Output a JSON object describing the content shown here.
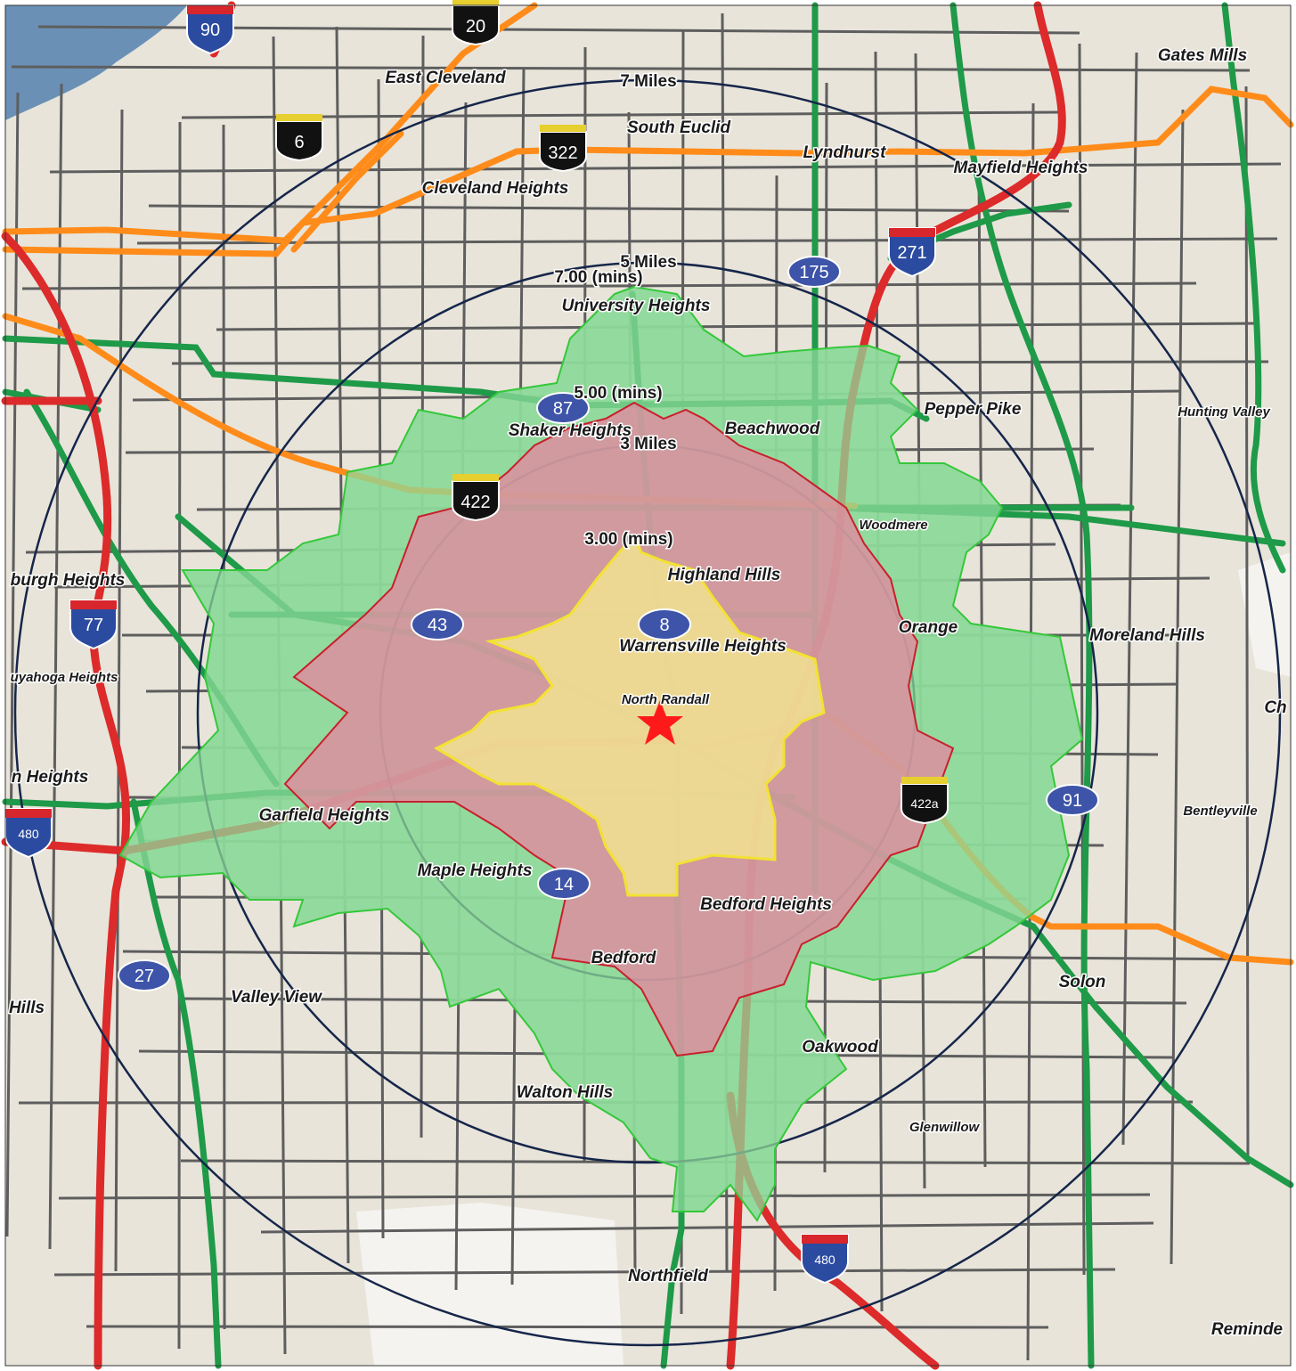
{
  "map": {
    "center_label": "North Randall",
    "distance_rings": [
      {
        "label": "3 Miles"
      },
      {
        "label": "5 Miles"
      },
      {
        "label": "7 Miles"
      }
    ],
    "drive_time_zones": [
      {
        "label": "3.00 (mins)",
        "color": "#f6eb8f",
        "stroke": "#f2e232"
      },
      {
        "label": "5.00 (mins)",
        "color": "#e28aa0",
        "stroke": "#c8202c"
      },
      {
        "label": "7.00 (mins)",
        "color": "#8ed99a",
        "stroke": "#34c83a"
      }
    ],
    "places": [
      "East Cleveland",
      "South Euclid",
      "Lyndhurst",
      "Mayfield Heights",
      "Gates Mills",
      "Cleveland Heights",
      "University Heights",
      "Shaker Heights",
      "Beachwood",
      "Pepper Pike",
      "Hunting Valley",
      "Woodmere",
      "Highland Hills",
      "Orange",
      "Moreland Hills",
      "Warrensville Heights",
      "burgh Heights",
      "uyahoga Heights",
      "n Heights",
      "Garfield Heights",
      "Bentleyville",
      "Maple Heights",
      "Bedford Heights",
      "Bedford",
      "Solon",
      "Valley View",
      "Hills",
      "Oakwood",
      "Walton Hills",
      "Glenwillow",
      "Northfield",
      "Reminde",
      "Ch"
    ],
    "shields": {
      "interstate": [
        "90",
        "271",
        "77",
        "480",
        "480"
      ],
      "us_route": [
        "20",
        "6",
        "322",
        "422",
        "422a"
      ],
      "state_route": [
        "175",
        "87",
        "43",
        "8",
        "14",
        "27",
        "91"
      ]
    },
    "colors": {
      "land": "#e8e4da",
      "local_road": "#5e5e5e",
      "major_road": "#1e9a48",
      "highway": "#ff8c1a",
      "interstate": "#dd2a2a",
      "ring": "#16264a",
      "water": "#6a90b6",
      "center_marker": "#ff1a1a"
    }
  }
}
